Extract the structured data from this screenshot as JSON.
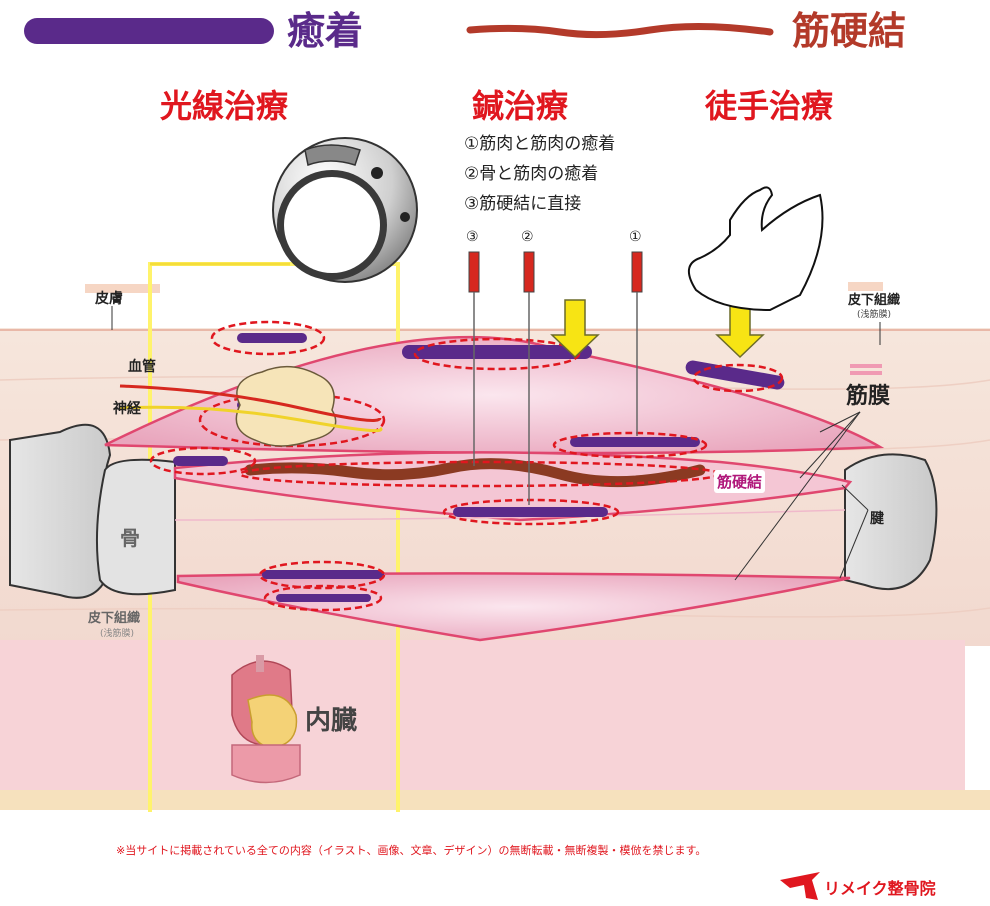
{
  "legend": {
    "adhesion": "癒着",
    "knot": "筋硬結",
    "adhesion_color": "#5a2a8a",
    "knot_color": "#b33a2a"
  },
  "methods": {
    "light": "光線治療",
    "acupuncture": "鍼治療",
    "manual": "徒手治療"
  },
  "acupuncture_steps": [
    "①筋肉と筋肉の癒着",
    "②骨と筋肉の癒着",
    "③筋硬結に直接"
  ],
  "needle_markers": [
    "③",
    "②",
    "①"
  ],
  "labels": {
    "skin": "皮膚",
    "subcutaneous_right": "皮下組織",
    "superficial_fascia_right": "(浅筋膜)",
    "blood_vessel": "血管",
    "nerve": "神経",
    "fascia": "筋膜",
    "knot_label": "筋硬結",
    "tendon": "腱",
    "bone": "骨",
    "subcutaneous_left": "皮下組織",
    "superficial_fascia_left": "(浅筋膜)",
    "viscera": "内臓"
  },
  "footer": {
    "notice": "※当サイトに掲載されている全ての内容（イラスト、画像、文章、デザイン）の無断転載・無断複製・模倣を禁じます。",
    "clinic": "リメイク整骨院"
  }
}
